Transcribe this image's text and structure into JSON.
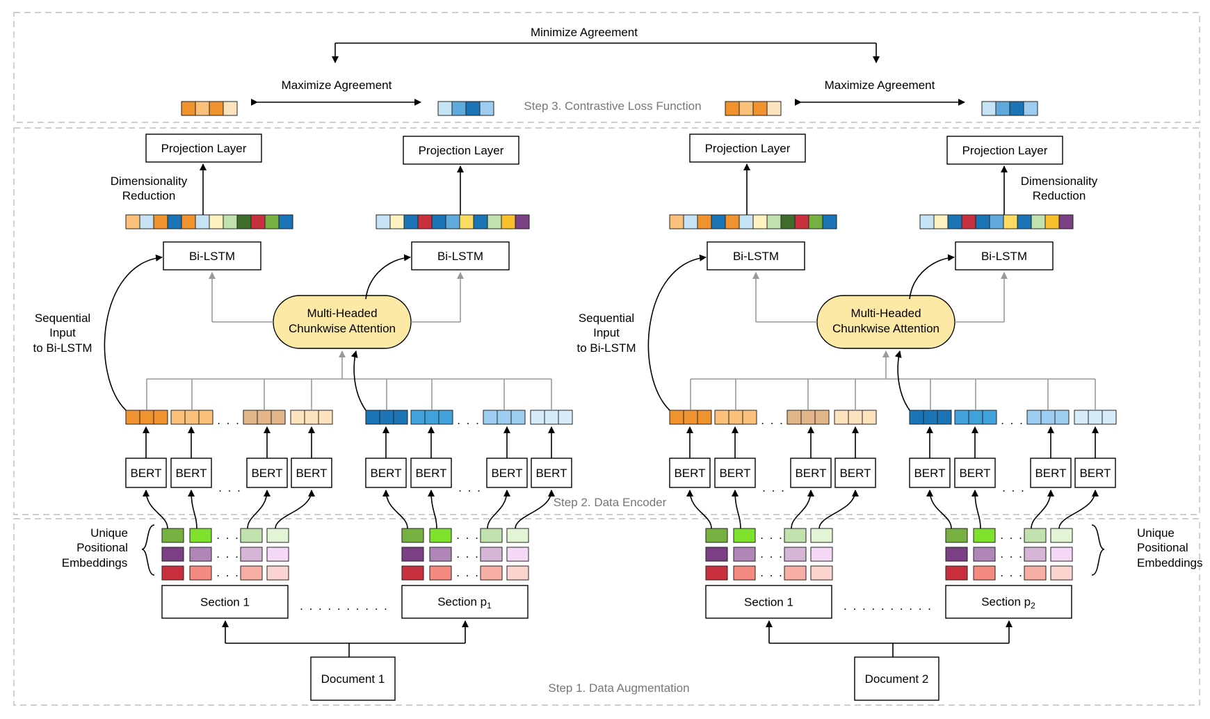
{
  "labels": {
    "minimize": "Minimize Agreement",
    "maximize": "Maximize Agreement",
    "step3": "Step 3. Contrastive Loss Function",
    "step2": "Step 2. Data Encoder",
    "step1": "Step 1. Data Augmentation",
    "projection": "Projection Layer",
    "dim_reduction_1": "Dimensionality",
    "dim_reduction_2": "Reduction",
    "bilstm": "Bi-LSTM",
    "mhca_1": "Multi-Headed",
    "mhca_2": "Chunkwise Attention",
    "seq_1": "Sequential",
    "seq_2": "Input",
    "seq_3": "to Bi-LSTM",
    "bert": "BERT",
    "upe_1": "Unique",
    "upe_2": "Positional",
    "upe_3": "Embeddings",
    "section1": "Section 1",
    "section_p": "Section p",
    "sub1": "1",
    "sub2": "2",
    "doc1": "Document 1",
    "doc2": "Document 2",
    "dots_short": ". . .",
    "dots_long": ". . . . . . . . . ."
  },
  "colors": {
    "orange_chunk": [
      "#f0922e",
      "#fbc17a",
      "#e1b588",
      "#fde3bd"
    ],
    "blue_chunk": [
      "#1a74b5",
      "#40a1dc",
      "#9ccdf1",
      "#d6ecfb"
    ],
    "green_row": [
      "#76b041",
      "#7ee22c",
      "#c2e2ad",
      "#e2f6d5"
    ],
    "purple_row": [
      "#7b3f83",
      "#b085b8",
      "#d5b6d7",
      "#f4d8f6"
    ],
    "red_row": [
      "#c9303e",
      "#f58a80",
      "#f7aea5",
      "#fbd4cf"
    ],
    "summary_left": [
      "#fbc17a",
      "#c6e2f5",
      "#f0922e",
      "#1a74b5",
      "#f0922e",
      "#c6e2f5",
      "#fef3c0",
      "#c2e2ad",
      "#3f6e2a",
      "#c9303e",
      "#76b041",
      "#1a74b5"
    ],
    "summary_right": [
      "#c6e2f5",
      "#fef3c0",
      "#1a74b5",
      "#c9303e",
      "#1a74b5",
      "#5fa9dd",
      "#fddc62",
      "#1a74b5",
      "#c2e2ad",
      "#fbc02d",
      "#7b3f83"
    ],
    "orange_embed": [
      "#f0922e",
      "#fbc17a",
      "#f0922e",
      "#fde3bd"
    ],
    "blue_embed": [
      "#c6e2f5",
      "#5fa9dd",
      "#1a74b5",
      "#9ccdf1"
    ],
    "attention_fill": "#fde9a6"
  }
}
